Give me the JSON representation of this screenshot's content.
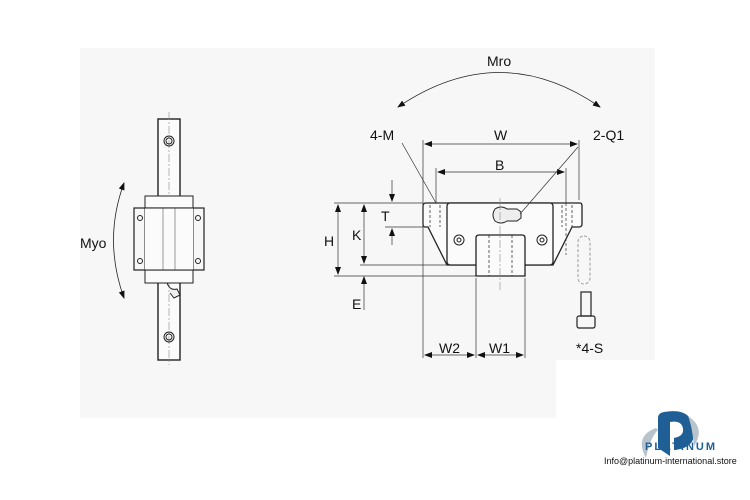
{
  "labels": {
    "myo": "Myo",
    "mro": "Mro",
    "m4": "4-M",
    "w": "W",
    "q1": "2-Q1",
    "b": "B",
    "t": "T",
    "h": "H",
    "k": "K",
    "e": "E",
    "w2": "W2",
    "w1": "W1",
    "s4": "*4-S"
  },
  "logo": {
    "brand": "PLATINUM",
    "email": "Info@platinum-international.store",
    "colors": {
      "primary": "#1f5f95",
      "secondary": "#b9c3cc"
    }
  }
}
